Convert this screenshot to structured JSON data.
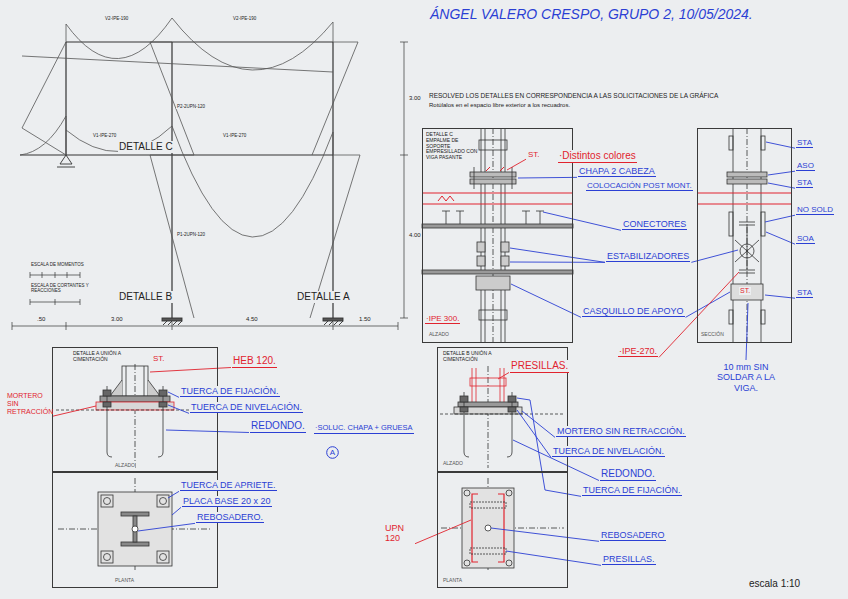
{
  "diagram": {
    "title": "ÁNGEL VALERO CRESPO, GRUPO 2, 10/05/2024.",
    "nodes": [
      {
        "text": [
          "DETALLE C EMPALME DE SOPORTE EMPRESILLADO CON VIGA PASANTE",
          "ALZADO"
        ]
      },
      {
        "text": [
          "SECCIÓN"
        ]
      },
      {
        "text": [
          "DETALLE A UNIÓN A CIMENTACIÓN",
          "ALZADO"
        ]
      },
      {
        "text": [
          "PLANTA"
        ]
      },
      {
        "text": [
          "A"
        ]
      },
      {
        "text": [
          "DETALLE B UNIÓN A CIMENTACIÓN",
          "ALZADO"
        ]
      },
      {
        "text": [
          "PLANTA"
        ]
      }
    ],
    "labels": [
      "RESOLVED LOS DETALLES EN CORRESPONDENCIA A LAS SOLICITACIONES DE LA GRÁFICA",
      "Rotúlalos en el espacio libre exterior a los recuadros.",
      "V2-IPE-190",
      "V2-IPE-190",
      "V1-IPE-270",
      "V1-IPE-270",
      "P2-2UPN-120",
      "P1-2UPN-120",
      "DETALLE C",
      "DETALLE B",
      "DETALLE A",
      "ESCALA DE MOMENTOS",
      "ESCALA DE CORTANTES Y REACCIONES",
      "3.00",
      "4.00",
      ".50",
      "3.00",
      "4.50",
      "1.50",
      "ST.",
      "·Distintos colores",
      "CHAPA 2 CABEZA",
      "COLOCACIÓN POST MONT.",
      "CONECTORES",
      "ESTABILIZADORES",
      "CASQUILLO DE APOYO",
      "·IPE 300.",
      "·IPE-270.",
      "STA",
      "ASO",
      "STA",
      "NO SOLD",
      "SOA",
      "STA",
      "ST.",
      "10 mm SIN SOLDAR A LA VIGA.",
      "ST.",
      "HEB 120.",
      "MORTERO SIN RETRACCIÓN",
      "TUERCA DE FIJACIÓN.",
      "TUERCA DE NIVELACIÓN.",
      "REDONDO.",
      "TUERCA DE APRIETE.",
      "PLACA BASE 20 x 20",
      "REBOSADERO.",
      "·SOLUC. CHAPA + GRUESA",
      "PRESILLAS.",
      "MORTERO SIN RETRACCIÓN.",
      "TUERCA DE NIVELACIÓN.",
      "REDONDO.",
      "TUERCA DE FIJACIÓN.",
      "REBOSADERO",
      "PRESILLAS.",
      "UPN 120",
      "escala 1:10"
    ]
  }
}
